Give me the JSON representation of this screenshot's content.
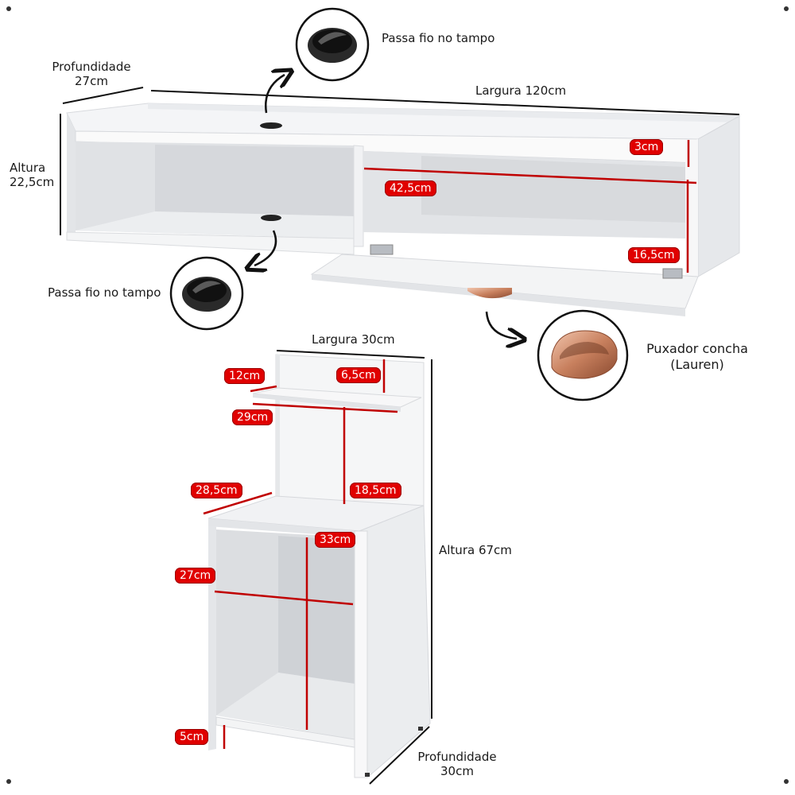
{
  "wall_shelf": {
    "depth_title": "Profundidade",
    "depth_value": "27cm",
    "width_label": "Largura 120cm",
    "height_title": "Altura",
    "height_value": "22,5cm",
    "badges": {
      "top_lip": "3cm",
      "niche_width": "42,5cm",
      "door_height": "16,5cm"
    }
  },
  "cable_grommet": {
    "top_label": "Passa fio no tampo",
    "bottom_label": "Passa fio no tampo"
  },
  "handle": {
    "line1": "Puxador concha",
    "line2": "(Lauren)"
  },
  "nightstand": {
    "width_label": "Largura 30cm",
    "height_label": "Altura 67cm",
    "depth_title": "Profundidade",
    "depth_value": "30cm",
    "badges": {
      "shelf_depth": "12cm",
      "shelf_gap": "6,5cm",
      "shelf_width": "29cm",
      "top_depth": "28,5cm",
      "upper_height": "18,5cm",
      "inner_height": "33cm",
      "inner_width": "27cm",
      "base_height": "5cm"
    }
  },
  "colors": {
    "badge": "#e00000",
    "measure_line": "#c00000",
    "handle_copper": "#c8805e"
  }
}
